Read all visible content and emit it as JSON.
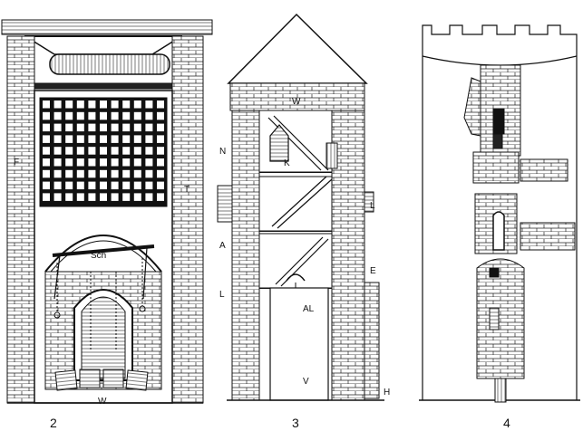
{
  "figure_numbers": [
    "2",
    "3",
    "4"
  ],
  "panel2": {
    "labels": {
      "F": "F",
      "Sch": "Sch",
      "W": "W",
      "T": "T"
    }
  },
  "panel3": {
    "labels": {
      "W": "W",
      "K": "K",
      "N": "N",
      "L_upper": "L",
      "A": "A",
      "E": "E",
      "L_lower": "L",
      "AL": "AL",
      "V": "V",
      "H": "H"
    }
  },
  "colors": {
    "ink": "#111111",
    "paper": "#ffffff"
  }
}
